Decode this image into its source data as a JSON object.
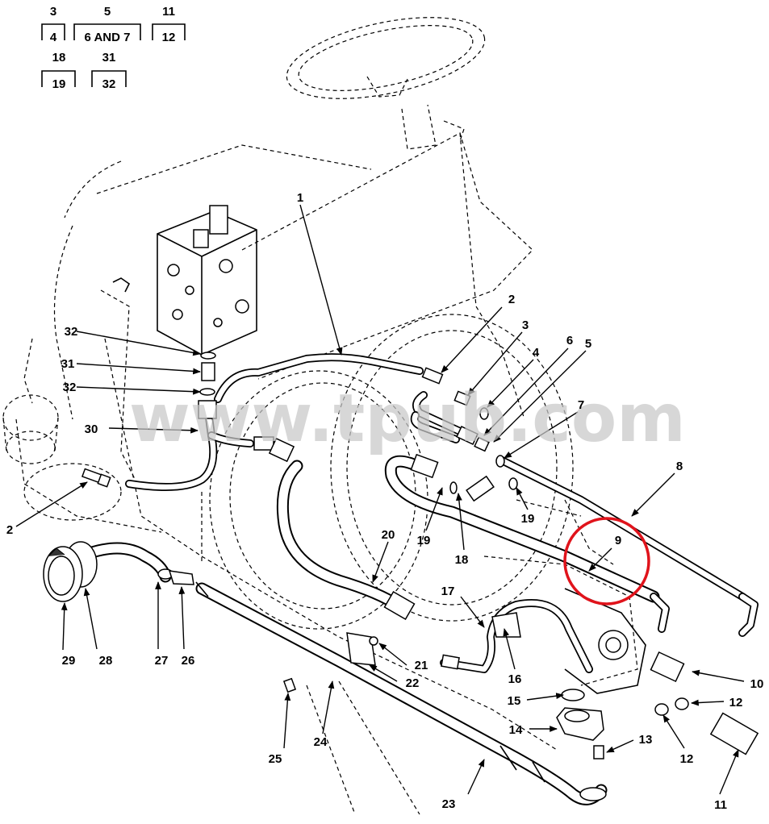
{
  "key_boxes": [
    {
      "top": "3",
      "bottom": "4"
    },
    {
      "top": "5",
      "bottom": "6 AND 7"
    },
    {
      "top": "11",
      "bottom": "12"
    },
    {
      "top": "18",
      "bottom": "19"
    },
    {
      "top": "31",
      "bottom": "32"
    }
  ],
  "callouts": {
    "c1": "1",
    "c2a": "2",
    "c2b": "2",
    "c3": "3",
    "c4": "4",
    "c5": "5",
    "c6": "6",
    "c7": "7",
    "c8": "8",
    "c9": "9",
    "c10": "10",
    "c11": "11",
    "c12a": "12",
    "c12b": "12",
    "c13": "13",
    "c14": "14",
    "c15": "15",
    "c16": "16",
    "c17": "17",
    "c18": "18",
    "c19a": "19",
    "c19b": "19",
    "c20": "20",
    "c21": "21",
    "c22": "22",
    "c23": "23",
    "c24": "24",
    "c25": "25",
    "c26": "26",
    "c27": "27",
    "c28": "28",
    "c29": "29",
    "c30": "30",
    "c31": "31",
    "c32a": "32",
    "c32b": "32"
  },
  "watermark": "www.tpub.com",
  "highlight_color": "#e0131b"
}
